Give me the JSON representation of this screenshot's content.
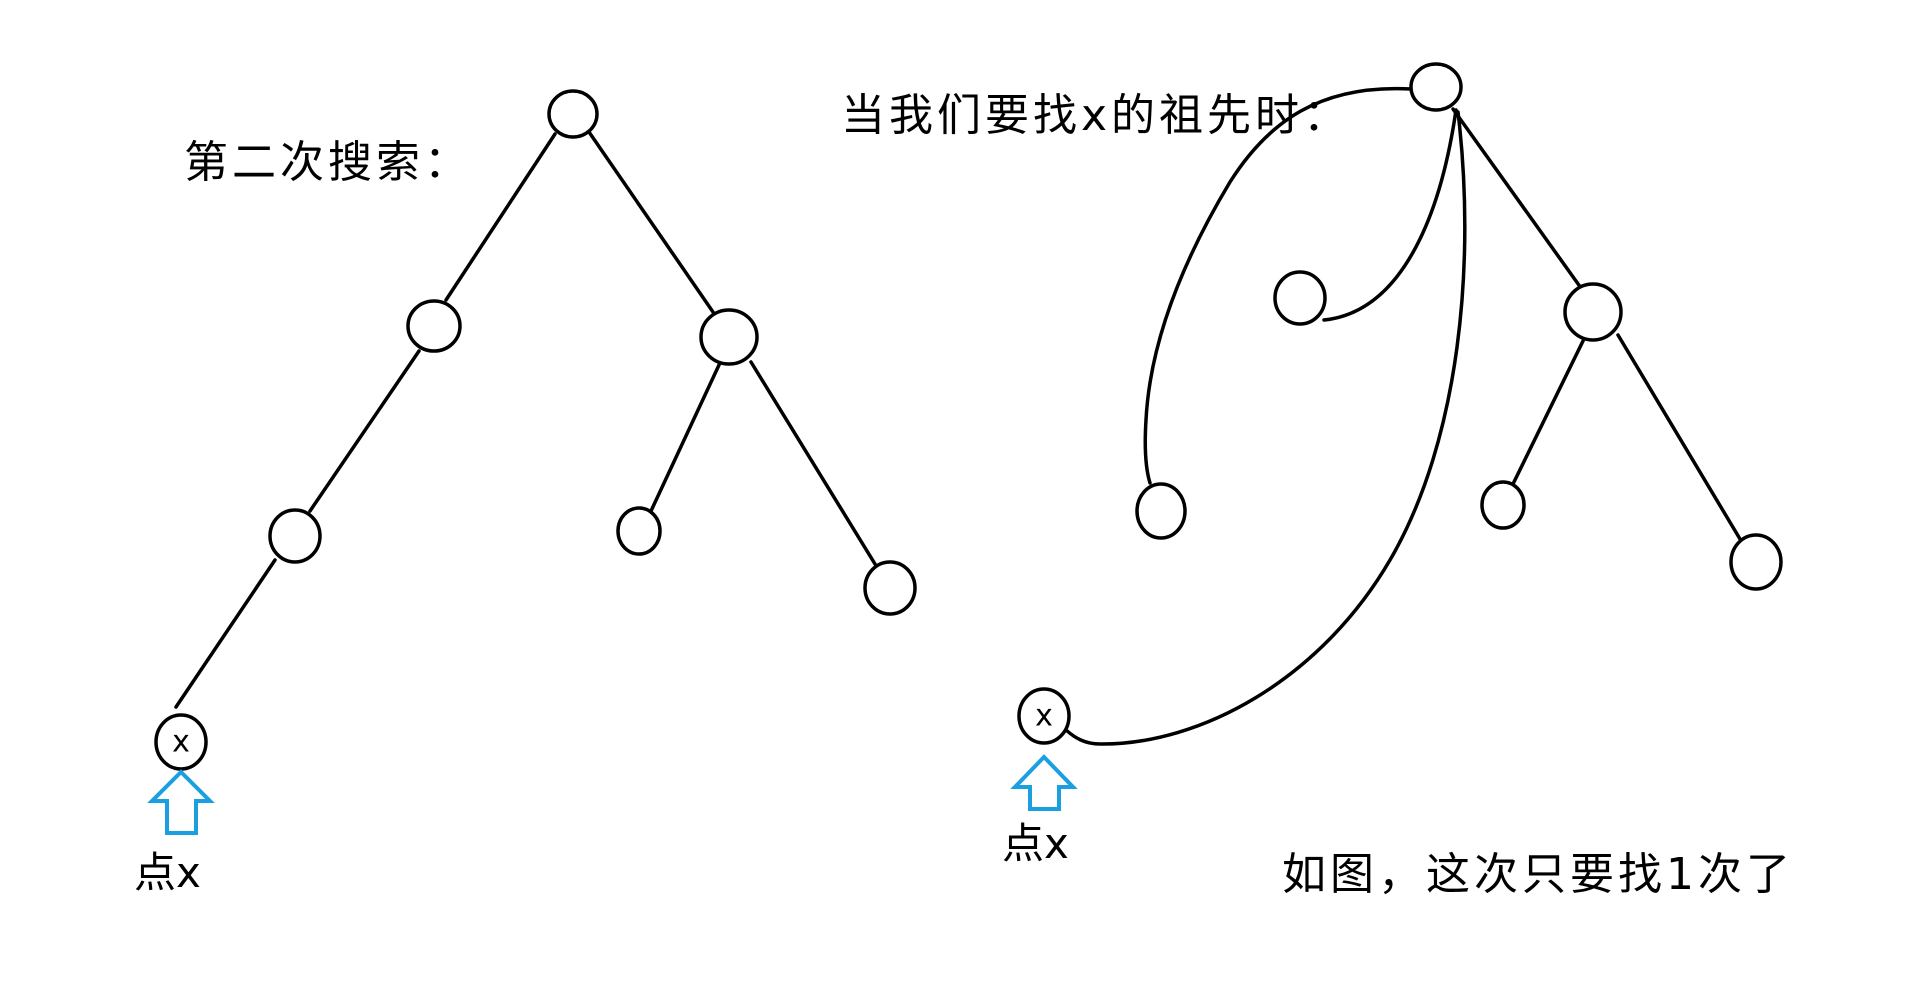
{
  "left_panel": {
    "title": "第二次搜索：",
    "target_node_label": "x",
    "pointer_label": "点x"
  },
  "right_panel": {
    "title": "当我们要找x的祖先时：",
    "target_node_label": "x",
    "pointer_label": "点x",
    "caption": "如图，这次只要找1次了"
  },
  "colors": {
    "ink": "#000000",
    "pointer_arrow": "#1a9fe0",
    "background": "#ffffff"
  },
  "icons": {
    "pointer": "up-arrow-icon"
  }
}
